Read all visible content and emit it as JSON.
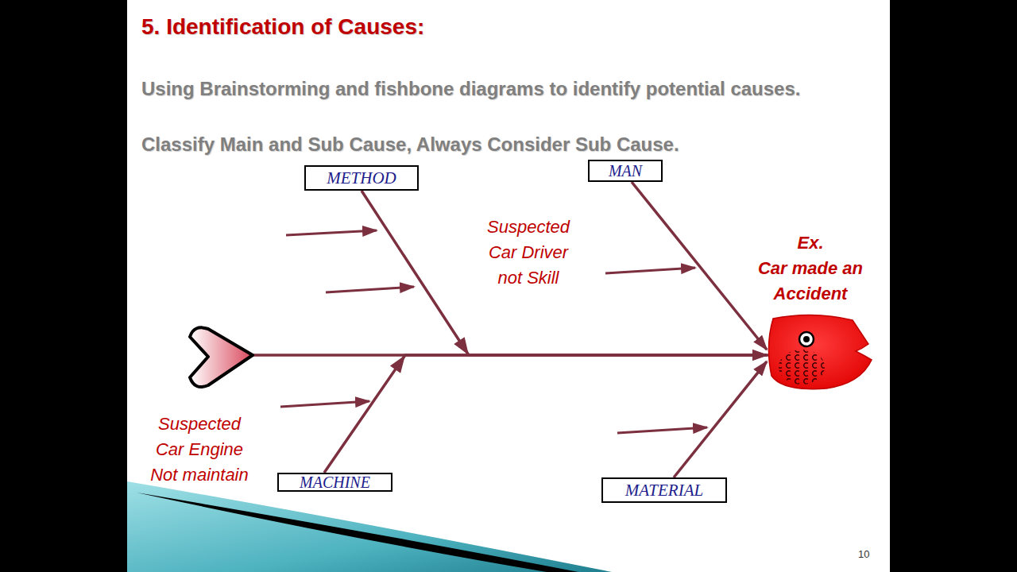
{
  "diagram": {
    "title": "5. Identification of Causes:",
    "nodes": [
      {
        "text": [
          "METHOD"
        ]
      },
      {
        "text": [
          "MAN"
        ]
      },
      {
        "text": [
          "Ex.",
          "Car made an Accident"
        ]
      },
      {
        "text": [
          "MACHINE"
        ]
      },
      {
        "text": [
          "MATERIAL"
        ]
      }
    ],
    "edges": [
      {
        "from": 0,
        "to": 2,
        "arrow": "to"
      },
      {
        "from": 1,
        "to": 2,
        "arrow": "to"
      },
      {
        "from": 3,
        "to": 2,
        "arrow": "to"
      },
      {
        "from": 4,
        "to": 2,
        "arrow": "to"
      }
    ],
    "labels": [
      "Using Brainstorming and fishbone diagrams to identify potential causes.",
      "Classify Main and Sub Cause, Always Consider Sub Cause.",
      "Suspected Car Driver not Skill",
      "Suspected Car Engine Not maintain",
      "10"
    ]
  }
}
